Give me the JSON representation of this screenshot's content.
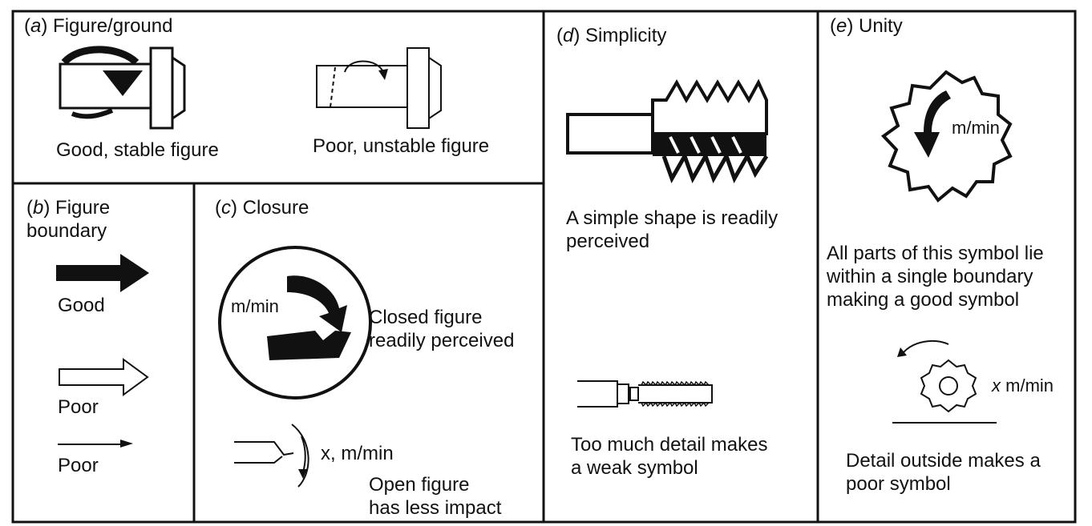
{
  "panels": {
    "a": {
      "letter": "a",
      "title": "Figure/ground",
      "good_caption": "Good, stable figure",
      "poor_caption": "Poor, unstable figure"
    },
    "b": {
      "letter": "b",
      "title_line1": "Figure",
      "title_line2": "boundary",
      "good_label": "Good",
      "poor_label_1": "Poor",
      "poor_label_2": "Poor"
    },
    "c": {
      "letter": "c",
      "title": "Closure",
      "circle_text": "m/min",
      "closed_line1": "Closed figure",
      "closed_line2": "readily perceived",
      "open_label": "x, m/min",
      "open_line1": "Open figure",
      "open_line2": "has less impact"
    },
    "d": {
      "letter": "d",
      "title": "Simplicity",
      "simple_line1": "A simple shape is readily",
      "simple_line2": "perceived",
      "detail_line1": "Too much detail makes",
      "detail_line2": "a weak symbol"
    },
    "e": {
      "letter": "e",
      "title": "Unity",
      "saw_text": "m/min",
      "unity_line1": "All parts of this symbol lie",
      "unity_line2": "within a single boundary",
      "unity_line3": "making a good symbol",
      "small_text": "x m/min",
      "outside_line1": "Detail outside makes a",
      "outside_line2": "poor symbol"
    }
  }
}
